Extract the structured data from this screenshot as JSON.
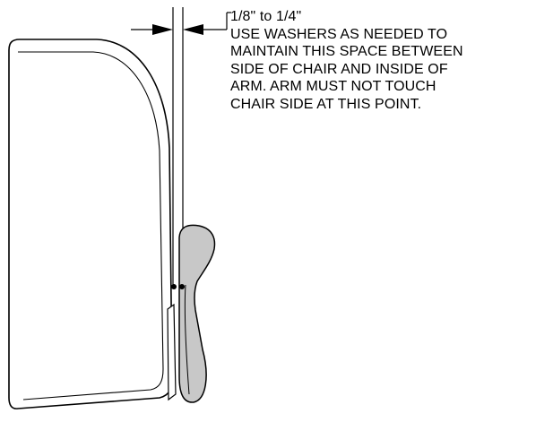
{
  "callout": {
    "measurement": "1/8\" to 1/4\"",
    "note_lines": [
      "USE WASHERS AS NEEDED TO",
      "MAINTAIN THIS SPACE BETWEEN",
      "SIDE OF CHAIR AND INSIDE OF",
      "ARM.  ARM MUST NOT TOUCH",
      "CHAIR SIDE AT THIS POINT."
    ]
  },
  "colors": {
    "line": "#000000",
    "arm_fill": "#c8c8c8",
    "background": "#ffffff"
  }
}
